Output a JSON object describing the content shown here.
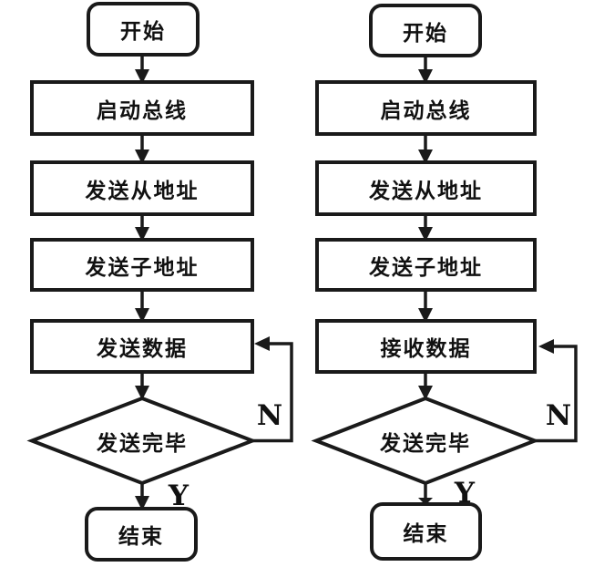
{
  "palette": {
    "background": "#ffffff",
    "line": "#1a1a1a",
    "text": "#111111"
  },
  "flowcharts": [
    {
      "nodes": {
        "start": "开始",
        "step1": "启动总线",
        "step2": "发送从地址",
        "step3": "发送子地址",
        "step4": "发送数据",
        "decision": "发送完毕",
        "end": "结束"
      },
      "branches": {
        "no": "N",
        "yes": "Y"
      }
    },
    {
      "nodes": {
        "start": "开始",
        "step1": "启动总线",
        "step2": "发送从地址",
        "step3": "发送子地址",
        "step4": "接收数据",
        "decision": "发送完毕",
        "end": "结束"
      },
      "branches": {
        "no": "N",
        "yes": "Y"
      }
    }
  ]
}
